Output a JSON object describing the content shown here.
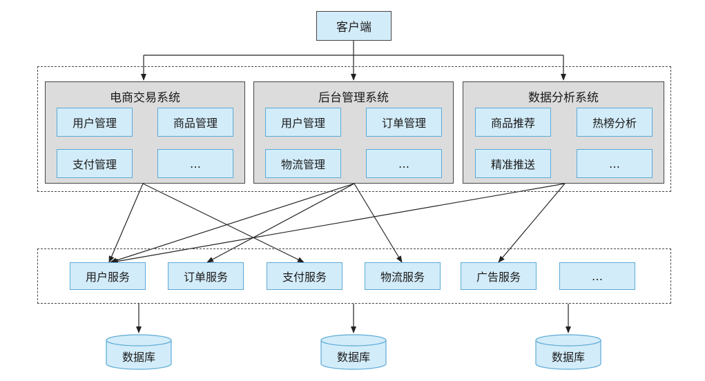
{
  "client": {
    "label": "客户端"
  },
  "systems": [
    {
      "title": "电商交易系统",
      "modules": [
        "用户管理",
        "商品管理",
        "支付管理",
        "…"
      ]
    },
    {
      "title": "后台管理系统",
      "modules": [
        "用户管理",
        "订单管理",
        "物流管理",
        "…"
      ]
    },
    {
      "title": "数据分析系统",
      "modules": [
        "商品推荐",
        "热榜分析",
        "精准推送",
        "…"
      ]
    }
  ],
  "services": [
    "用户服务",
    "订单服务",
    "支付服务",
    "物流服务",
    "广告服务",
    "…"
  ],
  "databases": [
    "数据库",
    "数据库",
    "数据库"
  ],
  "colors": {
    "module_fill": "#d3ecf9",
    "system_fill": "#dcdcdc",
    "module_border": "#5aa9d6"
  }
}
